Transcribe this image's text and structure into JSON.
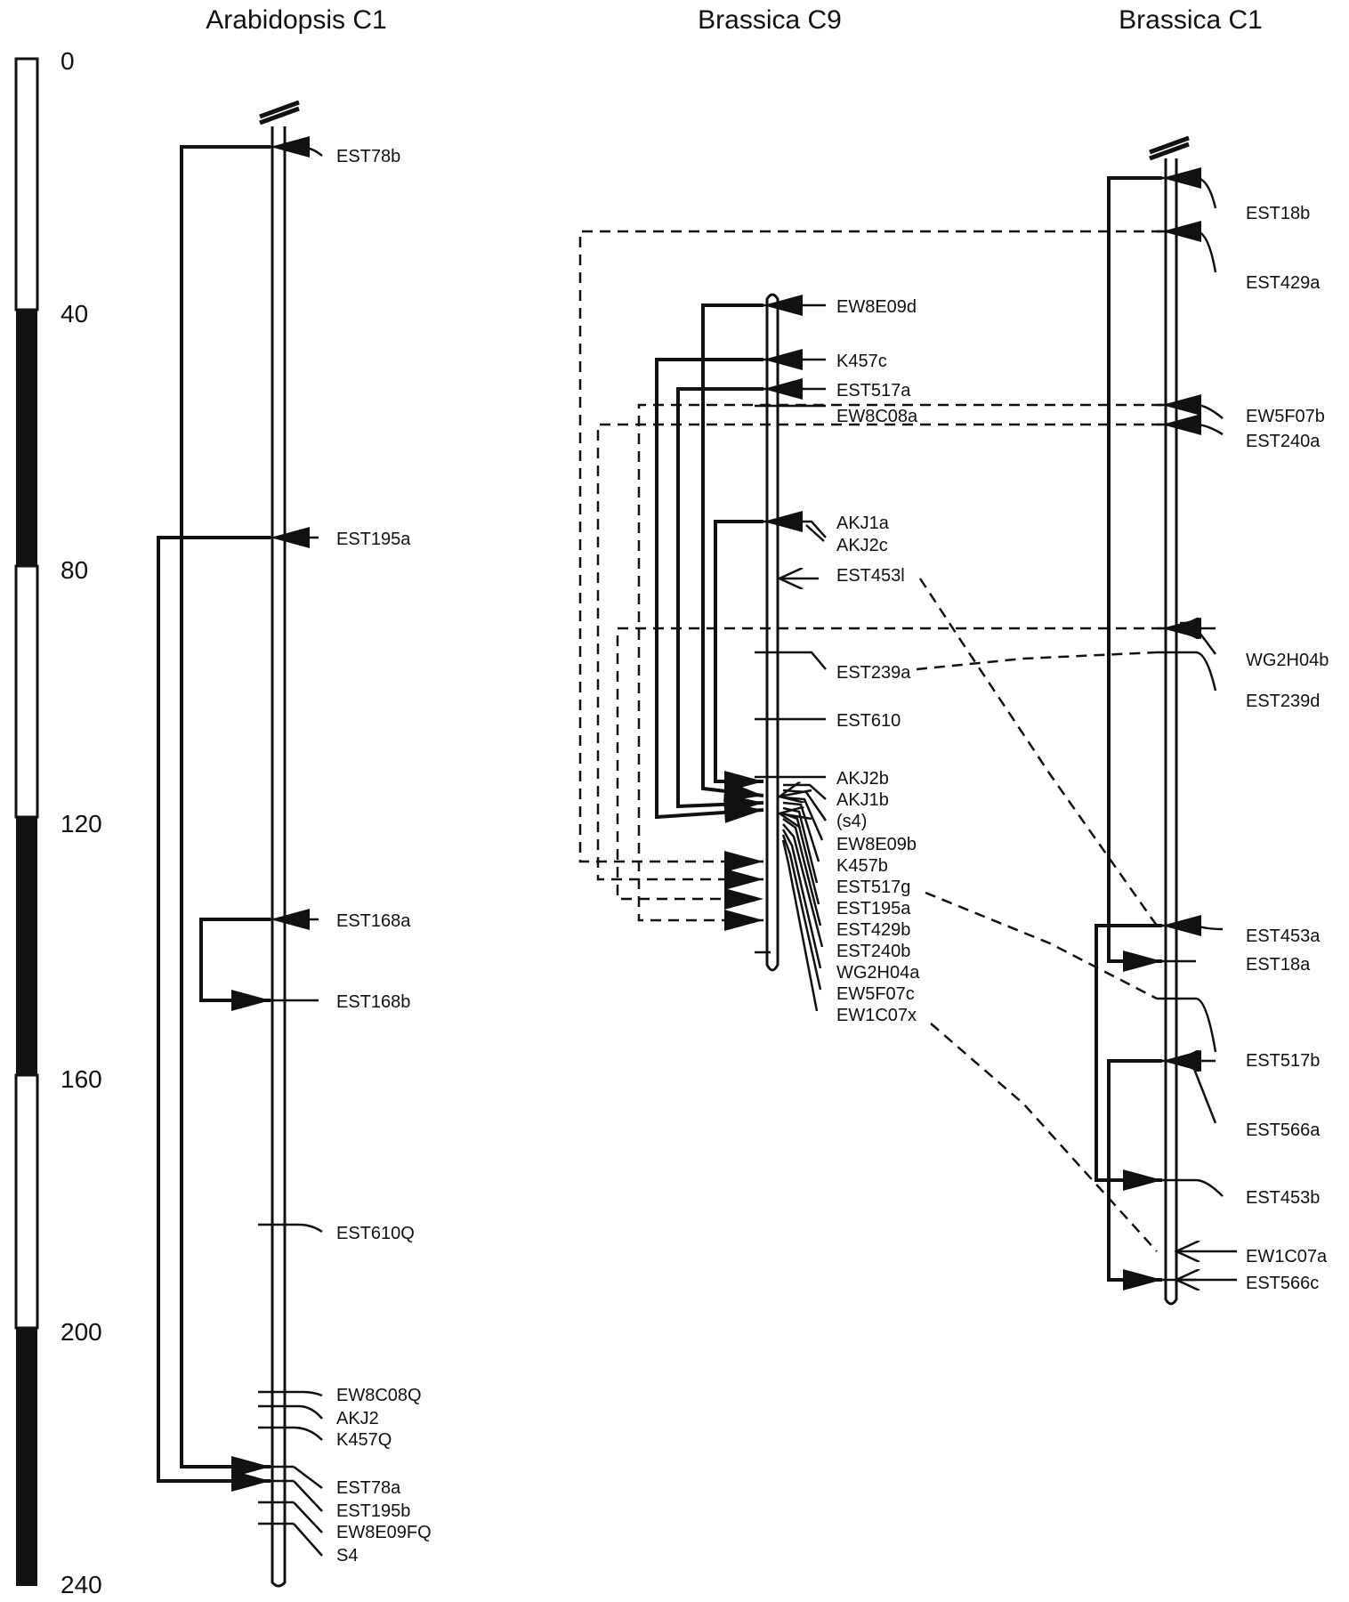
{
  "titles": {
    "arabidopsis": "Arabidopsis C1",
    "brassica_c9": "Brassica C9",
    "brassica_c1": "Brassica C1"
  },
  "scale_labels": [
    "0",
    "40",
    "80",
    "120",
    "160",
    "200",
    "240"
  ],
  "arabidopsis_markers": [
    "EST78b",
    "EST195a",
    "EST168a",
    "EST168b",
    "EST610Q",
    "EW8C08Q",
    "AKJ2",
    "K457Q",
    "EST78a",
    "EST195b",
    "EW8E09FQ",
    "S4"
  ],
  "brassica_c9_markers": [
    "EW8E09d",
    "K457c",
    "EST517a",
    "EW8C08a",
    "AKJ1a",
    "AKJ2c",
    "EST453l",
    "EST239a",
    "EST610",
    "AKJ2b",
    "AKJ1b",
    "(s4)",
    "EW8E09b",
    "K457b",
    "EST517g",
    "EST195a",
    "EST429b",
    "EST240b",
    "WG2H04a",
    "EW5F07c",
    "EW1C07x"
  ],
  "brassica_c1_markers": [
    "EST18b",
    "EST429a",
    "EW5F07b",
    "EST240a",
    "WG2H04b",
    "EST239d",
    "EST453a",
    "EST18a",
    "EST517b",
    "EST566a",
    "EST453b",
    "EW1C07a",
    "EST566c"
  ],
  "colors": {
    "ink": "#111111",
    "background": "#ffffff"
  }
}
